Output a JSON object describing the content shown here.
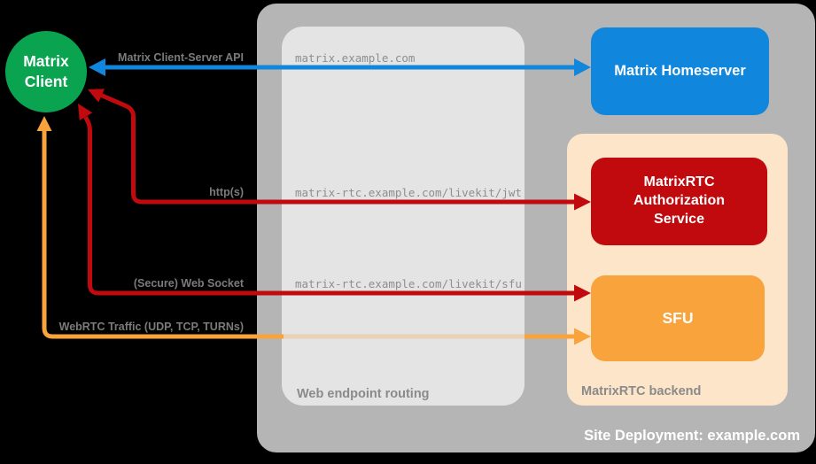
{
  "colors": {
    "background": "#000000",
    "site_container": "#b5b5b5",
    "routing_container": "#e4e4e4",
    "backend_container": "#fce5c9",
    "homeserver_box": "#1086dd",
    "auth_service_box": "#c00a0e",
    "sfu_box": "#f8a33c",
    "client_circle": "#0aa350",
    "arrow_blue": "#1086dd",
    "arrow_red": "#c00a0e",
    "arrow_orange": "#f8a33c"
  },
  "client": {
    "label": "Matrix Client"
  },
  "nodes": {
    "homeserver": {
      "label": "Matrix Homeserver"
    },
    "auth_service": {
      "label": "MatrixRTC Authorization Service"
    },
    "sfu": {
      "label": "SFU"
    }
  },
  "containers": {
    "site": {
      "label": "Site Deployment: example.com"
    },
    "routing": {
      "label": "Web endpoint routing"
    },
    "backend": {
      "label": "MatrixRTC backend"
    }
  },
  "routes": [
    "matrix.example.com",
    "matrix-rtc.example.com/livekit/jwt",
    "matrix-rtc.example.com/livekit/sfu"
  ],
  "arrow_labels": {
    "client_server_api": "Matrix Client-Server API",
    "https": "http(s)",
    "websocket": "(Secure) Web Socket",
    "webrtc": "WebRTC Traffic (UDP, TCP, TURNs)"
  }
}
